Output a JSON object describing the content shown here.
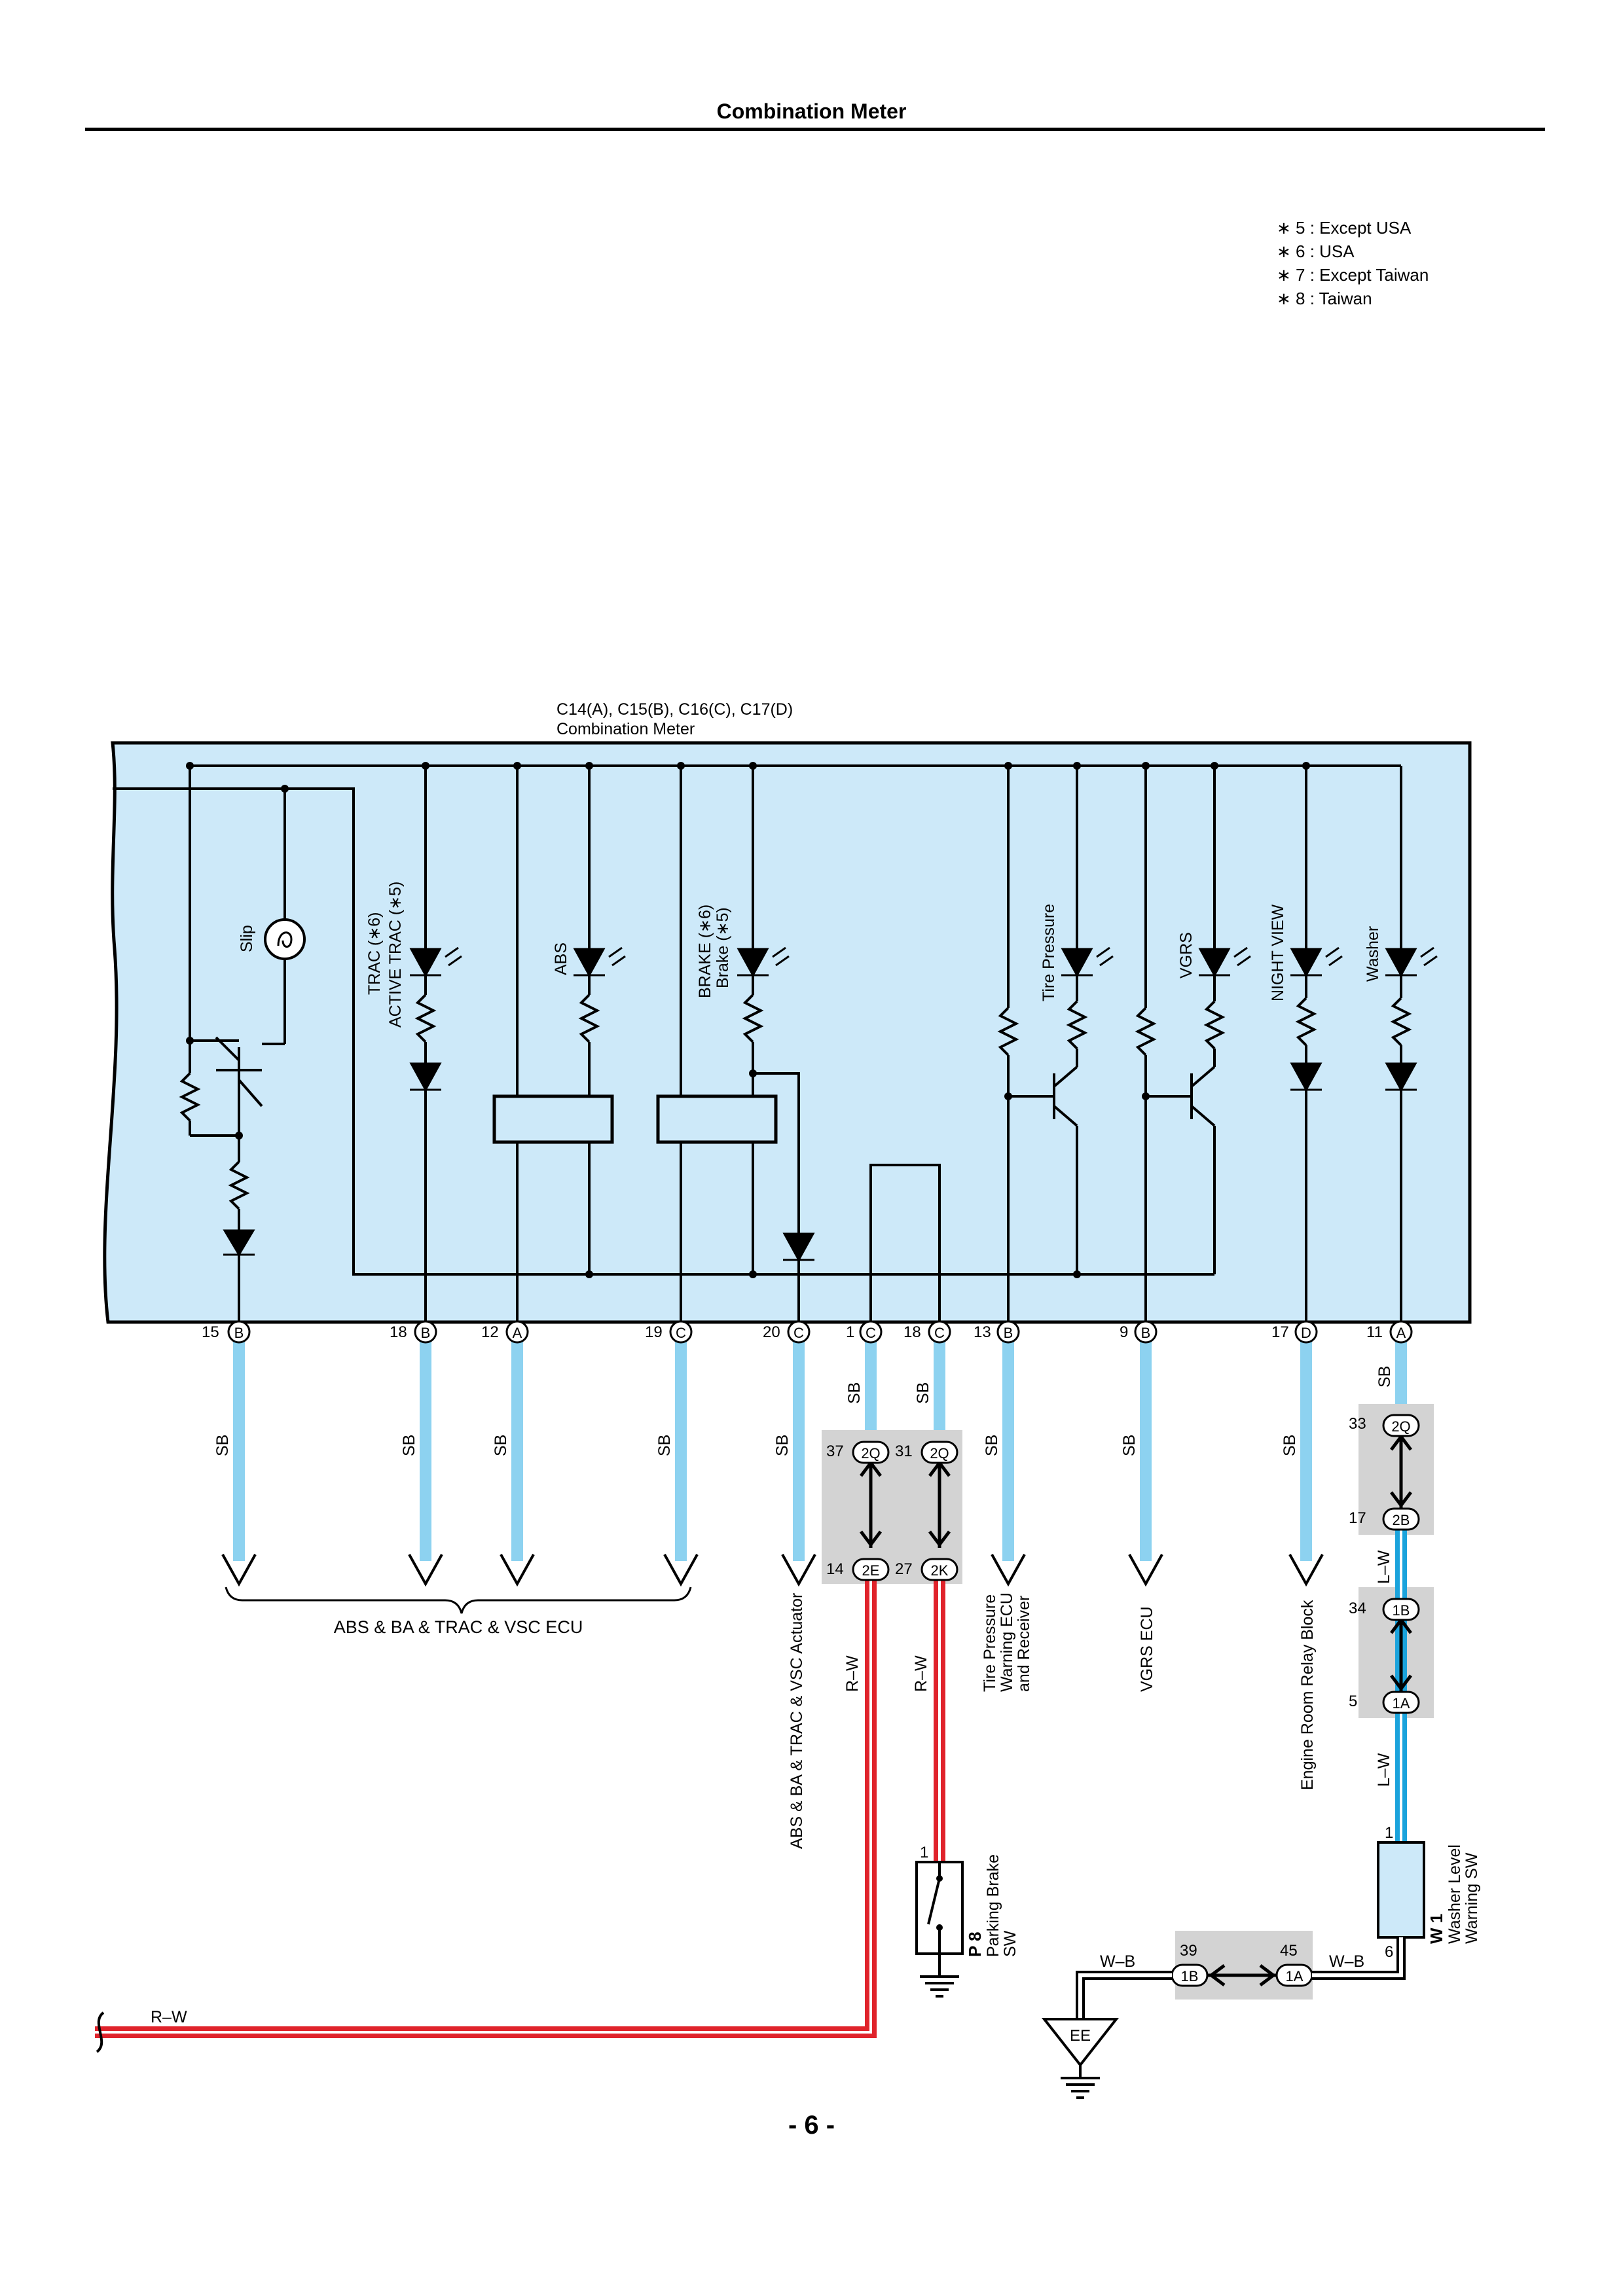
{
  "header": {
    "title": "Combination Meter"
  },
  "notes": [
    "∗ 5 : Except USA",
    "∗ 6 : USA",
    "∗ 7 : Except Taiwan",
    "∗ 8 : Taiwan"
  ],
  "meter": {
    "connectors": "C14(A), C15(B), C16(C), C17(D)",
    "name": "Combination Meter",
    "indicators": {
      "slip": "Slip",
      "trac": "TRAC (∗6)",
      "active_trac": "ACTIVE TRAC (∗5)",
      "abs": "ABS",
      "brake": "BRAKE (∗6)",
      "brake_alt": "Brake (∗5)",
      "tire_pressure": "Tire Pressure",
      "vgrs": "VGRS",
      "night_view": "NIGHT VIEW",
      "washer": "Washer"
    }
  },
  "pins": [
    {
      "num": "15",
      "conn": "B"
    },
    {
      "num": "18",
      "conn": "B"
    },
    {
      "num": "12",
      "conn": "A"
    },
    {
      "num": "19",
      "conn": "C"
    },
    {
      "num": "20",
      "conn": "C"
    },
    {
      "num": "1",
      "conn": "C"
    },
    {
      "num": "18",
      "conn": "C"
    },
    {
      "num": "13",
      "conn": "B"
    },
    {
      "num": "9",
      "conn": "B"
    },
    {
      "num": "17",
      "conn": "D"
    },
    {
      "num": "11",
      "conn": "A"
    }
  ],
  "wire_colors": {
    "sb": "SB",
    "rw": "R–W",
    "lw": "L–W",
    "wb": "W–B"
  },
  "junctions": {
    "j37": {
      "num": "37",
      "conn": "2Q"
    },
    "j31": {
      "num": "31",
      "conn": "2Q"
    },
    "j14": {
      "num": "14",
      "conn": "2E"
    },
    "j27": {
      "num": "27",
      "conn": "2K"
    },
    "j33": {
      "num": "33",
      "conn": "2Q"
    },
    "j17": {
      "num": "17",
      "conn": "2B"
    },
    "j34": {
      "num": "34",
      "conn": "1B"
    },
    "j5": {
      "num": "5",
      "conn": "1A"
    },
    "j39": {
      "num": "39",
      "conn": "1B"
    },
    "j45": {
      "num": "45",
      "conn": "1A"
    }
  },
  "destinations": {
    "vsc_ecu": "ABS & BA & TRAC & VSC ECU",
    "vsc_actuator": "ABS & BA & TRAC & VSC Actuator",
    "tire_ecu_1": "Tire Pressure",
    "tire_ecu_2": "Warning ECU",
    "tire_ecu_3": "and Receiver",
    "vgrs_ecu": "VGRS ECU",
    "relay_block": "Engine Room Relay Block"
  },
  "components": {
    "p8_code": "P 8",
    "p8_name_1": "Parking Brake",
    "p8_name_2": "SW",
    "p8_pin": "1",
    "w1_code": "W 1",
    "w1_name_1": "Washer Level",
    "w1_name_2": "Warning SW",
    "w1_pin_top": "1",
    "w1_pin_bottom": "6",
    "ground": "EE"
  },
  "colors": {
    "meter_fill": "#cde9f9",
    "sb_wire": "#8dd2f0",
    "rw_wire": "#e0232b",
    "lw_wire": "#1aa3dc",
    "junction_box": "#d3d3d3"
  },
  "footer": {
    "page": "- 6 -"
  }
}
